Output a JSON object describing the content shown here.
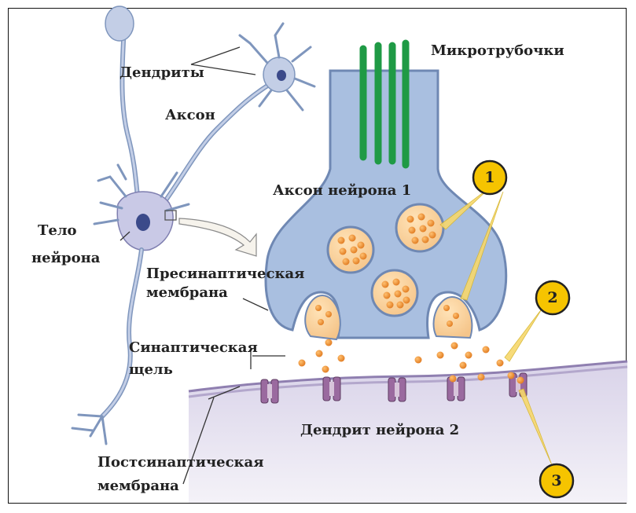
{
  "labels": {
    "dendrites": "Дендриты",
    "axon": "Аксон",
    "microtubules": "Микротрубочки",
    "axon_neuron1": "Аксон нейрона 1",
    "body_line1": "Тело",
    "body_line2": "нейрона",
    "presyn_line1": "Пресинаптическая",
    "presyn_line2": "мембрана",
    "cleft_line1": "Синаптическая",
    "cleft_line2": "щель",
    "dendrite_neuron2": "Дендрит нейрона 2",
    "postsyn_line1": "Постсинаптическая",
    "postsyn_line2": "мембрана"
  },
  "markers": [
    "1",
    "2",
    "3"
  ],
  "colors": {
    "terminal_fill": "#a9bfe0",
    "terminal_stroke": "#6f88b3",
    "neuron_fill": "#c3cee6",
    "microtubule": "#1f9a45",
    "vesicle": "#f0a64a",
    "membrane_fill": "#e8e5f1",
    "membrane_line": "#8f7fb0",
    "receptor": "#8a5a8e",
    "marker_fill": "#f6c400"
  }
}
